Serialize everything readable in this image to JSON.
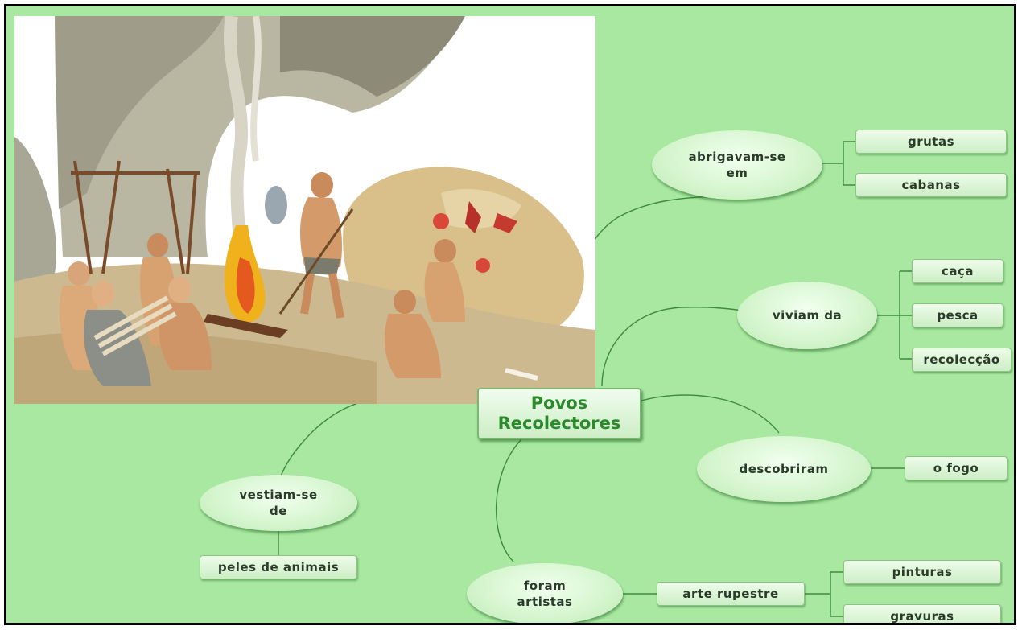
{
  "central_topic": "Povos\nRecolectores",
  "branches": [
    {
      "label": "abrigavam-se\nem",
      "children": [
        "grutas",
        "cabanas"
      ]
    },
    {
      "label": "viviam da",
      "children": [
        "caça",
        "pesca",
        "recolecção"
      ]
    },
    {
      "label": "descobriram",
      "children": [
        "o fogo"
      ]
    },
    {
      "label": "foram\nartistas",
      "children": [
        "arte rupestre"
      ],
      "grandchildren": [
        "pinturas",
        "gravuras"
      ]
    },
    {
      "label": "vestiam-se\nde",
      "children": [
        "peles de animais"
      ]
    }
  ],
  "colors": {
    "background": "#a8e8a0",
    "node_fill": "#d6f6cf",
    "central_text": "#2b8a2b",
    "text": "#2a3b2a",
    "connector": "#3f8a3f"
  }
}
